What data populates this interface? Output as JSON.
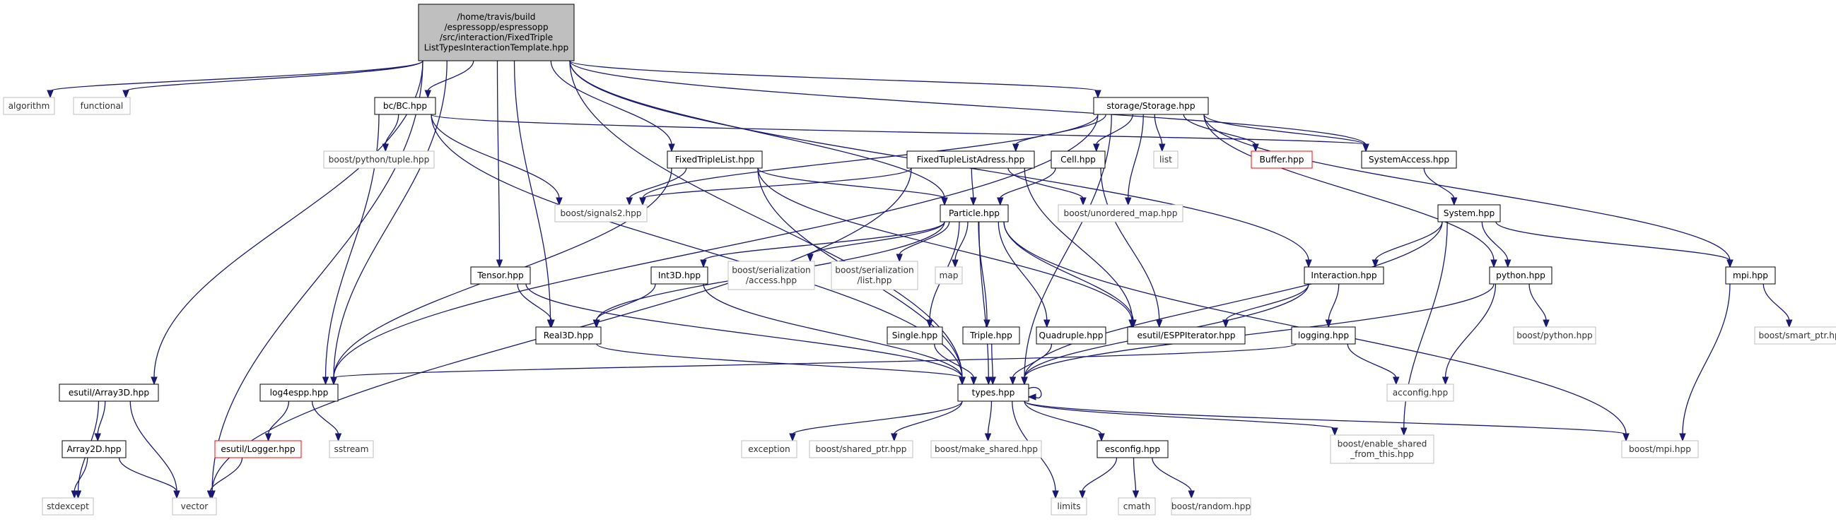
{
  "colors": {
    "edge": "#191970",
    "root_fill": "#bfbfbf",
    "node_border": "#000000",
    "external_border": "#bfbfbf",
    "missing_border": "#ff0000"
  },
  "nodes": [
    {
      "id": "root",
      "lines": [
        "/home/travis/build",
        "/espressopp/espressopp",
        "/src/interaction/FixedTriple",
        "ListTypesInteractionTemplate.hpp"
      ],
      "style": "root"
    },
    {
      "id": "algorithm",
      "lines": [
        "algorithm"
      ],
      "style": "ext"
    },
    {
      "id": "functional",
      "lines": [
        "functional"
      ],
      "style": "ext"
    },
    {
      "id": "array3d",
      "lines": [
        "esutil/Array3D.hpp"
      ],
      "style": "node"
    },
    {
      "id": "bc",
      "lines": [
        "bc/BC.hpp"
      ],
      "style": "node"
    },
    {
      "id": "tuple",
      "lines": [
        "boost/python/tuple.hpp"
      ],
      "style": "ext"
    },
    {
      "id": "fixedtriplelist",
      "lines": [
        "FixedTripleList.hpp"
      ],
      "style": "node"
    },
    {
      "id": "signals2",
      "lines": [
        "boost/signals2.hpp"
      ],
      "style": "ext"
    },
    {
      "id": "storage",
      "lines": [
        "storage/Storage.hpp"
      ],
      "style": "node"
    },
    {
      "id": "ftla",
      "lines": [
        "FixedTupleListAdress.hpp"
      ],
      "style": "node"
    },
    {
      "id": "cell",
      "lines": [
        "Cell.hpp"
      ],
      "style": "node"
    },
    {
      "id": "list",
      "lines": [
        "list"
      ],
      "style": "ext"
    },
    {
      "id": "buffer",
      "lines": [
        "Buffer.hpp"
      ],
      "style": "missing"
    },
    {
      "id": "sysaccess",
      "lines": [
        "SystemAccess.hpp"
      ],
      "style": "node"
    },
    {
      "id": "unordered",
      "lines": [
        "boost/unordered_map.hpp"
      ],
      "style": "ext"
    },
    {
      "id": "particle",
      "lines": [
        "Particle.hpp"
      ],
      "style": "node"
    },
    {
      "id": "system",
      "lines": [
        "System.hpp"
      ],
      "style": "node"
    },
    {
      "id": "tensor",
      "lines": [
        "Tensor.hpp"
      ],
      "style": "node"
    },
    {
      "id": "int3d",
      "lines": [
        "Int3D.hpp"
      ],
      "style": "node"
    },
    {
      "id": "bser_access",
      "lines": [
        "boost/serialization",
        "/access.hpp"
      ],
      "style": "ext"
    },
    {
      "id": "bser_list",
      "lines": [
        "boost/serialization",
        "/list.hpp"
      ],
      "style": "ext"
    },
    {
      "id": "map",
      "lines": [
        "map"
      ],
      "style": "ext"
    },
    {
      "id": "interaction",
      "lines": [
        "Interaction.hpp"
      ],
      "style": "node"
    },
    {
      "id": "python",
      "lines": [
        "python.hpp"
      ],
      "style": "node"
    },
    {
      "id": "mpi",
      "lines": [
        "mpi.hpp"
      ],
      "style": "node"
    },
    {
      "id": "real3d",
      "lines": [
        "Real3D.hpp"
      ],
      "style": "node"
    },
    {
      "id": "single",
      "lines": [
        "Single.hpp"
      ],
      "style": "node"
    },
    {
      "id": "triple",
      "lines": [
        "Triple.hpp"
      ],
      "style": "node"
    },
    {
      "id": "quadruple",
      "lines": [
        "Quadruple.hpp"
      ],
      "style": "node"
    },
    {
      "id": "esppiter",
      "lines": [
        "esutil/ESPPIterator.hpp"
      ],
      "style": "node"
    },
    {
      "id": "logging",
      "lines": [
        "logging.hpp"
      ],
      "style": "node"
    },
    {
      "id": "bpython",
      "lines": [
        "boost/python.hpp"
      ],
      "style": "ext"
    },
    {
      "id": "smartptr",
      "lines": [
        "boost/smart_ptr.hpp"
      ],
      "style": "ext"
    },
    {
      "id": "array2d",
      "lines": [
        "Array2D.hpp"
      ],
      "style": "node"
    },
    {
      "id": "log4espp",
      "lines": [
        "log4espp.hpp"
      ],
      "style": "node"
    },
    {
      "id": "types",
      "lines": [
        "types.hpp"
      ],
      "style": "node"
    },
    {
      "id": "acconfig",
      "lines": [
        "acconfig.hpp"
      ],
      "style": "ext"
    },
    {
      "id": "logger",
      "lines": [
        "esutil/Logger.hpp"
      ],
      "style": "missing"
    },
    {
      "id": "sstream",
      "lines": [
        "sstream"
      ],
      "style": "ext"
    },
    {
      "id": "exception",
      "lines": [
        "exception"
      ],
      "style": "ext"
    },
    {
      "id": "sharedptr",
      "lines": [
        "boost/shared_ptr.hpp"
      ],
      "style": "ext"
    },
    {
      "id": "makeshared",
      "lines": [
        "boost/make_shared.hpp"
      ],
      "style": "ext"
    },
    {
      "id": "esconfig",
      "lines": [
        "esconfig.hpp"
      ],
      "style": "node"
    },
    {
      "id": "enableshared",
      "lines": [
        "boost/enable_shared",
        "_from_this.hpp"
      ],
      "style": "ext"
    },
    {
      "id": "bmpi",
      "lines": [
        "boost/mpi.hpp"
      ],
      "style": "ext"
    },
    {
      "id": "stdexcept",
      "lines": [
        "stdexcept"
      ],
      "style": "ext"
    },
    {
      "id": "vector",
      "lines": [
        "vector"
      ],
      "style": "ext"
    },
    {
      "id": "limits",
      "lines": [
        "limits"
      ],
      "style": "ext"
    },
    {
      "id": "cmath",
      "lines": [
        "cmath"
      ],
      "style": "ext"
    },
    {
      "id": "brandom",
      "lines": [
        "boost/random.hpp"
      ],
      "style": "ext"
    }
  ],
  "edges": [
    [
      "root",
      "algorithm"
    ],
    [
      "root",
      "functional"
    ],
    [
      "root",
      "array3d"
    ],
    [
      "root",
      "bc"
    ],
    [
      "root",
      "vector"
    ],
    [
      "root",
      "types"
    ],
    [
      "root",
      "log4espp"
    ],
    [
      "root",
      "tensor"
    ],
    [
      "root",
      "real3d"
    ],
    [
      "root",
      "fixedtriplelist"
    ],
    [
      "root",
      "particle"
    ],
    [
      "root",
      "storage"
    ],
    [
      "root",
      "interaction"
    ],
    [
      "root",
      "sysaccess"
    ],
    [
      "array3d",
      "array2d"
    ],
    [
      "array3d",
      "stdexcept"
    ],
    [
      "array3d",
      "vector"
    ],
    [
      "array2d",
      "stdexcept"
    ],
    [
      "array2d",
      "vector"
    ],
    [
      "bc",
      "tuple"
    ],
    [
      "bc",
      "signals2"
    ],
    [
      "bc",
      "log4espp"
    ],
    [
      "bc",
      "types"
    ],
    [
      "bc",
      "sysaccess"
    ],
    [
      "fixedtriplelist",
      "signals2"
    ],
    [
      "fixedtriplelist",
      "particle"
    ],
    [
      "fixedtriplelist",
      "esppiter"
    ],
    [
      "fixedtriplelist",
      "log4espp"
    ],
    [
      "fixedtriplelist",
      "types"
    ],
    [
      "storage",
      "ftla"
    ],
    [
      "storage",
      "cell"
    ],
    [
      "storage",
      "list"
    ],
    [
      "storage",
      "buffer"
    ],
    [
      "storage",
      "sysaccess"
    ],
    [
      "storage",
      "unordered"
    ],
    [
      "storage",
      "signals2"
    ],
    [
      "storage",
      "log4espp"
    ],
    [
      "storage",
      "types"
    ],
    [
      "storage",
      "python"
    ],
    [
      "storage",
      "mpi"
    ],
    [
      "ftla",
      "signals2"
    ],
    [
      "ftla",
      "unordered"
    ],
    [
      "ftla",
      "particle"
    ],
    [
      "ftla",
      "esppiter"
    ],
    [
      "ftla",
      "vector"
    ],
    [
      "cell",
      "particle"
    ],
    [
      "cell",
      "esppiter"
    ],
    [
      "sysaccess",
      "system"
    ],
    [
      "system",
      "interaction"
    ],
    [
      "system",
      "python"
    ],
    [
      "system",
      "mpi"
    ],
    [
      "system",
      "types"
    ],
    [
      "system",
      "enableshared"
    ],
    [
      "particle",
      "int3d"
    ],
    [
      "particle",
      "bser_access"
    ],
    [
      "particle",
      "bser_list"
    ],
    [
      "particle",
      "map"
    ],
    [
      "particle",
      "single"
    ],
    [
      "particle",
      "triple"
    ],
    [
      "particle",
      "quadruple"
    ],
    [
      "particle",
      "esppiter"
    ],
    [
      "particle",
      "types"
    ],
    [
      "particle",
      "real3d"
    ],
    [
      "particle",
      "bmpi"
    ],
    [
      "tensor",
      "real3d"
    ],
    [
      "tensor",
      "types"
    ],
    [
      "int3d",
      "real3d"
    ],
    [
      "int3d",
      "types"
    ],
    [
      "real3d",
      "types"
    ],
    [
      "single",
      "types"
    ],
    [
      "triple",
      "types"
    ],
    [
      "quadruple",
      "types"
    ],
    [
      "interaction",
      "esppiter"
    ],
    [
      "interaction",
      "logging"
    ],
    [
      "interaction",
      "types"
    ],
    [
      "logging",
      "log4espp"
    ],
    [
      "logging",
      "acconfig"
    ],
    [
      "python",
      "bpython"
    ],
    [
      "python",
      "acconfig"
    ],
    [
      "python",
      "types"
    ],
    [
      "mpi",
      "smartptr"
    ],
    [
      "mpi",
      "bmpi"
    ],
    [
      "log4espp",
      "logger"
    ],
    [
      "log4espp",
      "sstream"
    ],
    [
      "logger",
      "vector"
    ],
    [
      "types",
      "exception"
    ],
    [
      "types",
      "sharedptr"
    ],
    [
      "types",
      "makeshared"
    ],
    [
      "types",
      "esconfig"
    ],
    [
      "types",
      "enableshared"
    ],
    [
      "types",
      "bmpi"
    ],
    [
      "types",
      "limits"
    ],
    [
      "types",
      "types"
    ],
    [
      "esconfig",
      "limits"
    ],
    [
      "esconfig",
      "cmath"
    ],
    [
      "esconfig",
      "brandom"
    ]
  ]
}
